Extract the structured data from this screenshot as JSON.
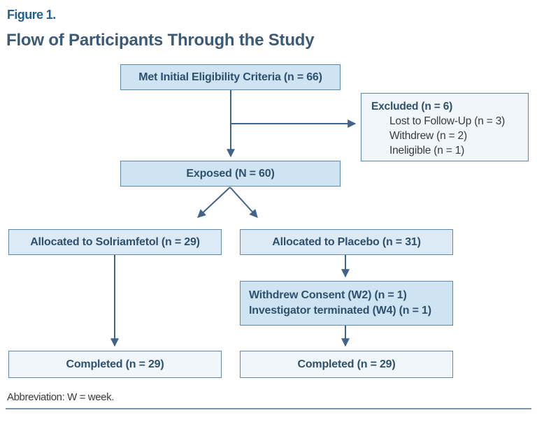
{
  "figure": {
    "label": "Figure 1.",
    "title": "Flow of Participants Through the Study"
  },
  "boxes": {
    "eligibility": {
      "text": "Met Initial Eligibility Criteria (n = 66)"
    },
    "excluded": {
      "title": "Excluded (n = 6)",
      "items": [
        "Lost to Follow-Up (n = 3)",
        "Withdrew (n = 2)",
        "Ineligible (n = 1)"
      ]
    },
    "exposed": {
      "text": "Exposed (N = 60)"
    },
    "solriamfetol": {
      "text": "Allocated to Solriamfetol (n = 29)"
    },
    "placebo": {
      "text": "Allocated to Placebo (n = 31)"
    },
    "withdrawn": {
      "line1": "Withdrew Consent (W2) (n = 1)",
      "line2": "Investigator terminated (W4) (n = 1)"
    },
    "completed_left": {
      "text": "Completed (n = 29)"
    },
    "completed_right": {
      "text": "Completed (n = 29)"
    }
  },
  "footer": {
    "abbreviation": "Abbreviation: W = week."
  },
  "colors": {
    "box_fill_blue": "#cfe4f3",
    "box_fill_light_blue": "#dceaf6",
    "box_fill_pale": "#f0f6fa",
    "box_border": "#5d87ab",
    "arrow": "#3f638a",
    "box_text": "#2f506d",
    "figure_label": "#26608b",
    "figure_title": "#3d5a74",
    "footer_rule": "#7b95b1"
  }
}
